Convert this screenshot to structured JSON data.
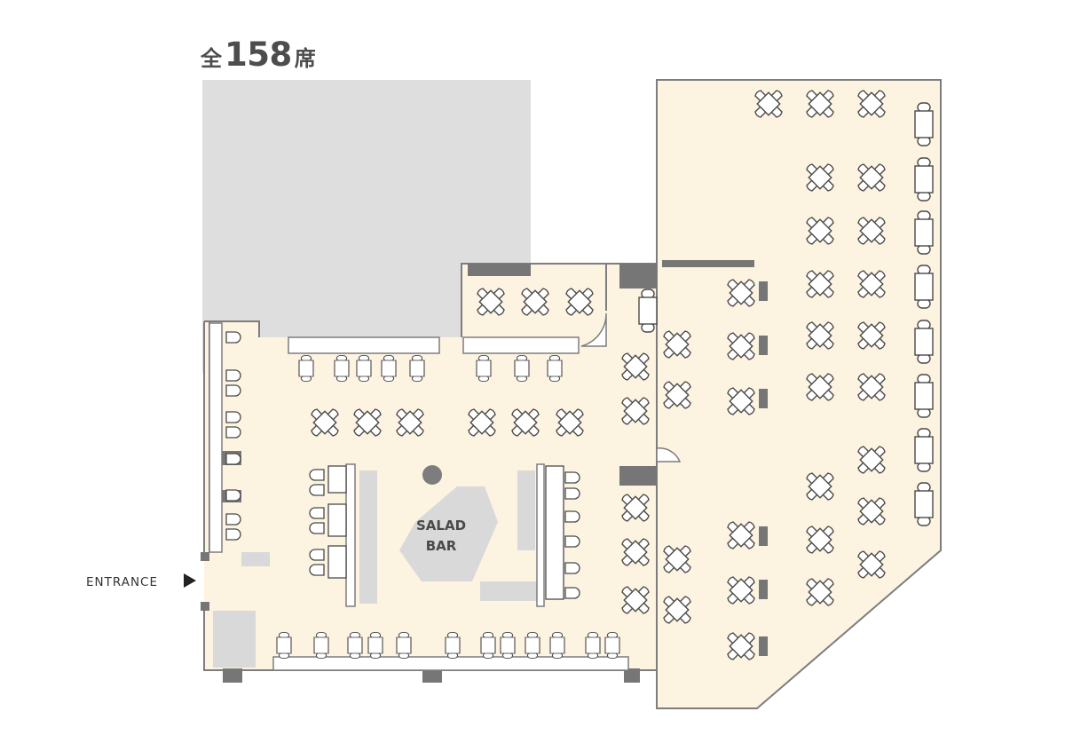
{
  "title": {
    "prefix": "全",
    "count": "158",
    "suffix": "席"
  },
  "labels": {
    "entrance": "ENTRANCE",
    "salad_line1": "SALAD",
    "salad_line2": "BAR"
  },
  "colors": {
    "floor": "#fdf3e1",
    "wall": "#7d7d7d",
    "wall_block": "#767676",
    "grey_zone": "#dedede",
    "counter": "#d9d9d9",
    "seat_stroke": "#4a4a4a",
    "seat_fill": "#ffffff",
    "text": "#4a4a4a"
  }
}
